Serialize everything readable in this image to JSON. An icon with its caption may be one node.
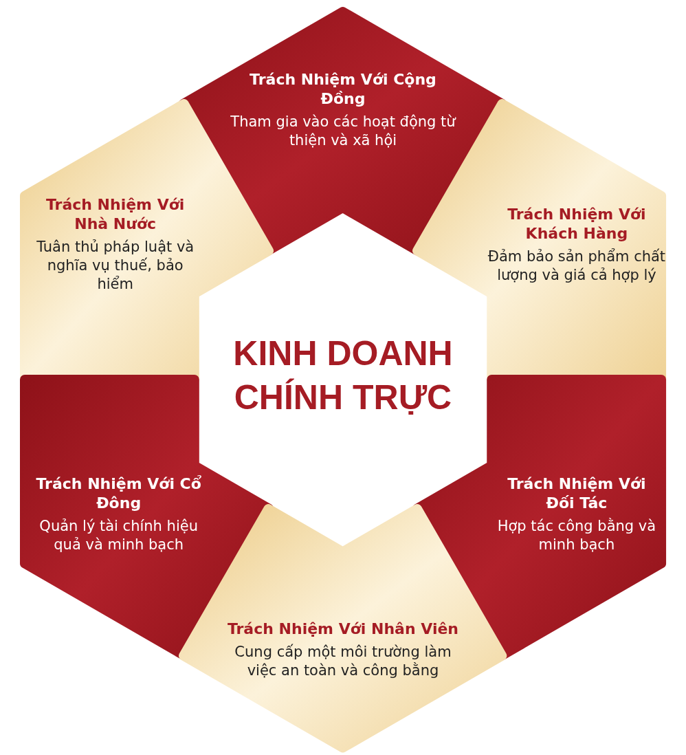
{
  "diagram": {
    "nodes": [
      {
        "text": [
          "Trách Nhiệm Với Cộng Đồng",
          "Tham gia vào các hoạt động từ thiện và xã hội"
        ]
      },
      {
        "text": [
          "Trách Nhiệm Với Nhà Nước",
          "Tuân thủ pháp luật và nghĩa vụ thuế, bảo hiểm"
        ]
      },
      {
        "text": [
          "Trách Nhiệm Với Khách Hàng",
          "Đảm bảo sản phẩm chất lượng và giá cả hợp lý"
        ]
      },
      {
        "text": [
          "KINH DOANH CHÍNH TRỰC"
        ]
      },
      {
        "text": [
          "Trách Nhiệm Với Đối Tác",
          "Hợp tác công bằng và minh bạch"
        ]
      },
      {
        "text": [
          "Trách Nhiệm Với Cổ Đông",
          "Quản lý tài chính hiệu quả và minh bạch"
        ]
      },
      {
        "text": [
          "Trách Nhiệm Với Nhân Viên",
          "Cung cấp một môi trường làm việc an toàn và công bằng"
        ]
      }
    ]
  }
}
